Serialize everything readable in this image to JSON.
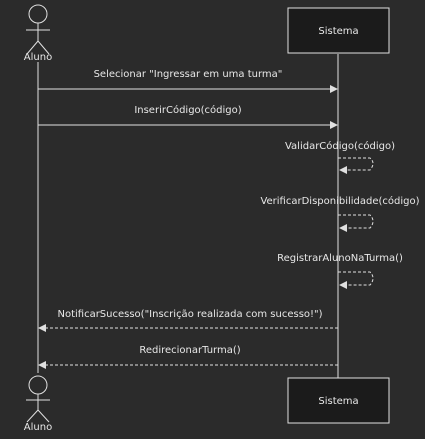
{
  "colors": {
    "background": "#2b2b2b",
    "box_fill": "#1b1b1b",
    "stroke": "#e0e0e0",
    "text": "#e8e8e8"
  },
  "actors": {
    "aluno": {
      "label": "Aluno"
    },
    "sistema": {
      "label": "Sistema"
    }
  },
  "messages": [
    {
      "label": "Selecionar \"Ingressar em uma turma\"",
      "from": "aluno",
      "to": "sistema",
      "kind": "sync"
    },
    {
      "label": "InserirCódigo(código)",
      "from": "aluno",
      "to": "sistema",
      "kind": "sync"
    },
    {
      "label": "ValidarCódigo(código)",
      "from": "sistema",
      "to": "sistema",
      "kind": "self"
    },
    {
      "label": "VerificarDisponibilidade(código)",
      "from": "sistema",
      "to": "sistema",
      "kind": "self"
    },
    {
      "label": "RegistrarAlunoNaTurma()",
      "from": "sistema",
      "to": "sistema",
      "kind": "self"
    },
    {
      "label": "NotificarSucesso(\"Inscrição realizada com sucesso!\")",
      "from": "sistema",
      "to": "aluno",
      "kind": "return"
    },
    {
      "label": "RedirecionarTurma()",
      "from": "sistema",
      "to": "aluno",
      "kind": "return"
    }
  ]
}
